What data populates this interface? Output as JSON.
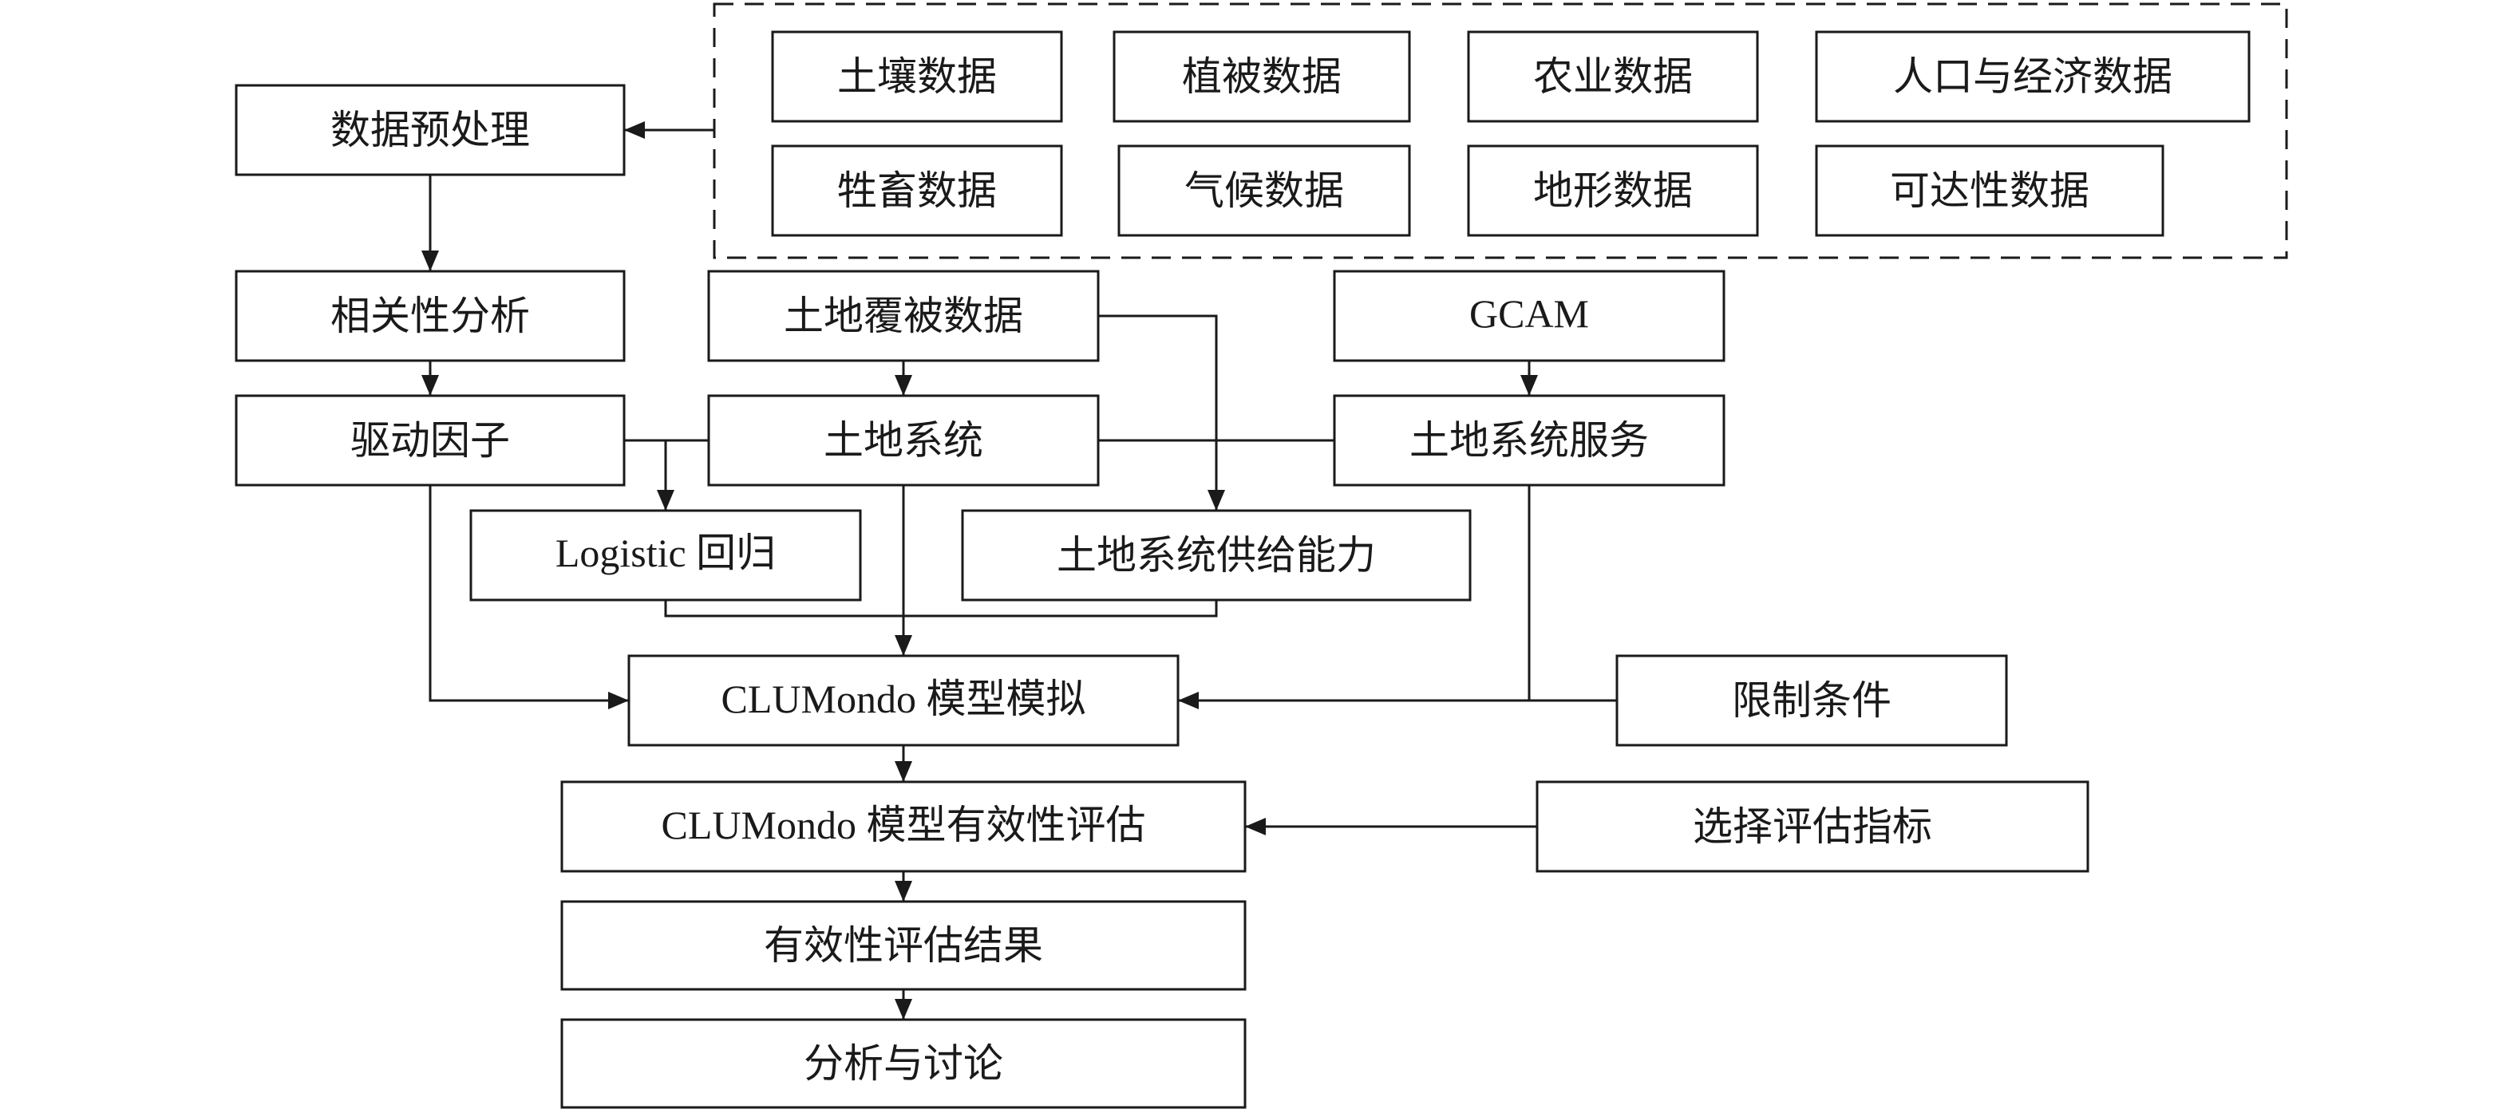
{
  "diagram": {
    "data_sources": {
      "soil": "土壤数据",
      "vegetation": "植被数据",
      "agriculture": "农业数据",
      "population_economy": "人口与经济数据",
      "livestock": "牲畜数据",
      "climate": "气候数据",
      "terrain": "地形数据",
      "accessibility": "可达性数据"
    },
    "nodes": {
      "preprocessing": "数据预处理",
      "correlation_analysis": "相关性分析",
      "driving_factors": "驱动因子",
      "land_cover_data": "土地覆被数据",
      "land_system": "土地系统",
      "gcam": "GCAM",
      "land_system_services": "土地系统服务",
      "logistic_regression": "Logistic 回归",
      "supply_capacity": "土地系统供给能力",
      "clumondo_simulation": "CLUMondo 模型模拟",
      "constraints": "限制条件",
      "clumondo_evaluation": "CLUMondo 模型有效性评估",
      "select_indicators": "选择评估指标",
      "evaluation_results": "有效性评估结果",
      "analysis_discussion": "分析与讨论"
    }
  }
}
